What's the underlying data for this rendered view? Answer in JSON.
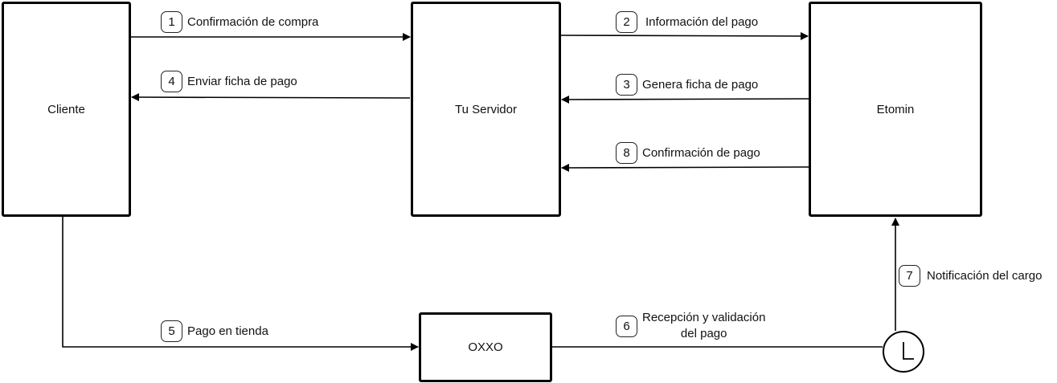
{
  "actors": {
    "cliente": "Cliente",
    "servidor": "Tu Servidor",
    "etomin": "Etomin",
    "oxxo": "OXXO"
  },
  "steps": [
    {
      "num": "1",
      "label": "Confirmación de compra"
    },
    {
      "num": "2",
      "label": "Información del pago"
    },
    {
      "num": "3",
      "label": "Genera ficha de pago"
    },
    {
      "num": "4",
      "label": "Enviar ficha de pago"
    },
    {
      "num": "5",
      "label": "Pago en tienda"
    },
    {
      "num": "6",
      "label_line1": "Recepción y validación",
      "label_line2": "del pago"
    },
    {
      "num": "7",
      "label": "Notificación del cargo"
    },
    {
      "num": "8",
      "label": "Confirmación de pago"
    }
  ],
  "timer": {
    "icon": "clock-icon"
  }
}
